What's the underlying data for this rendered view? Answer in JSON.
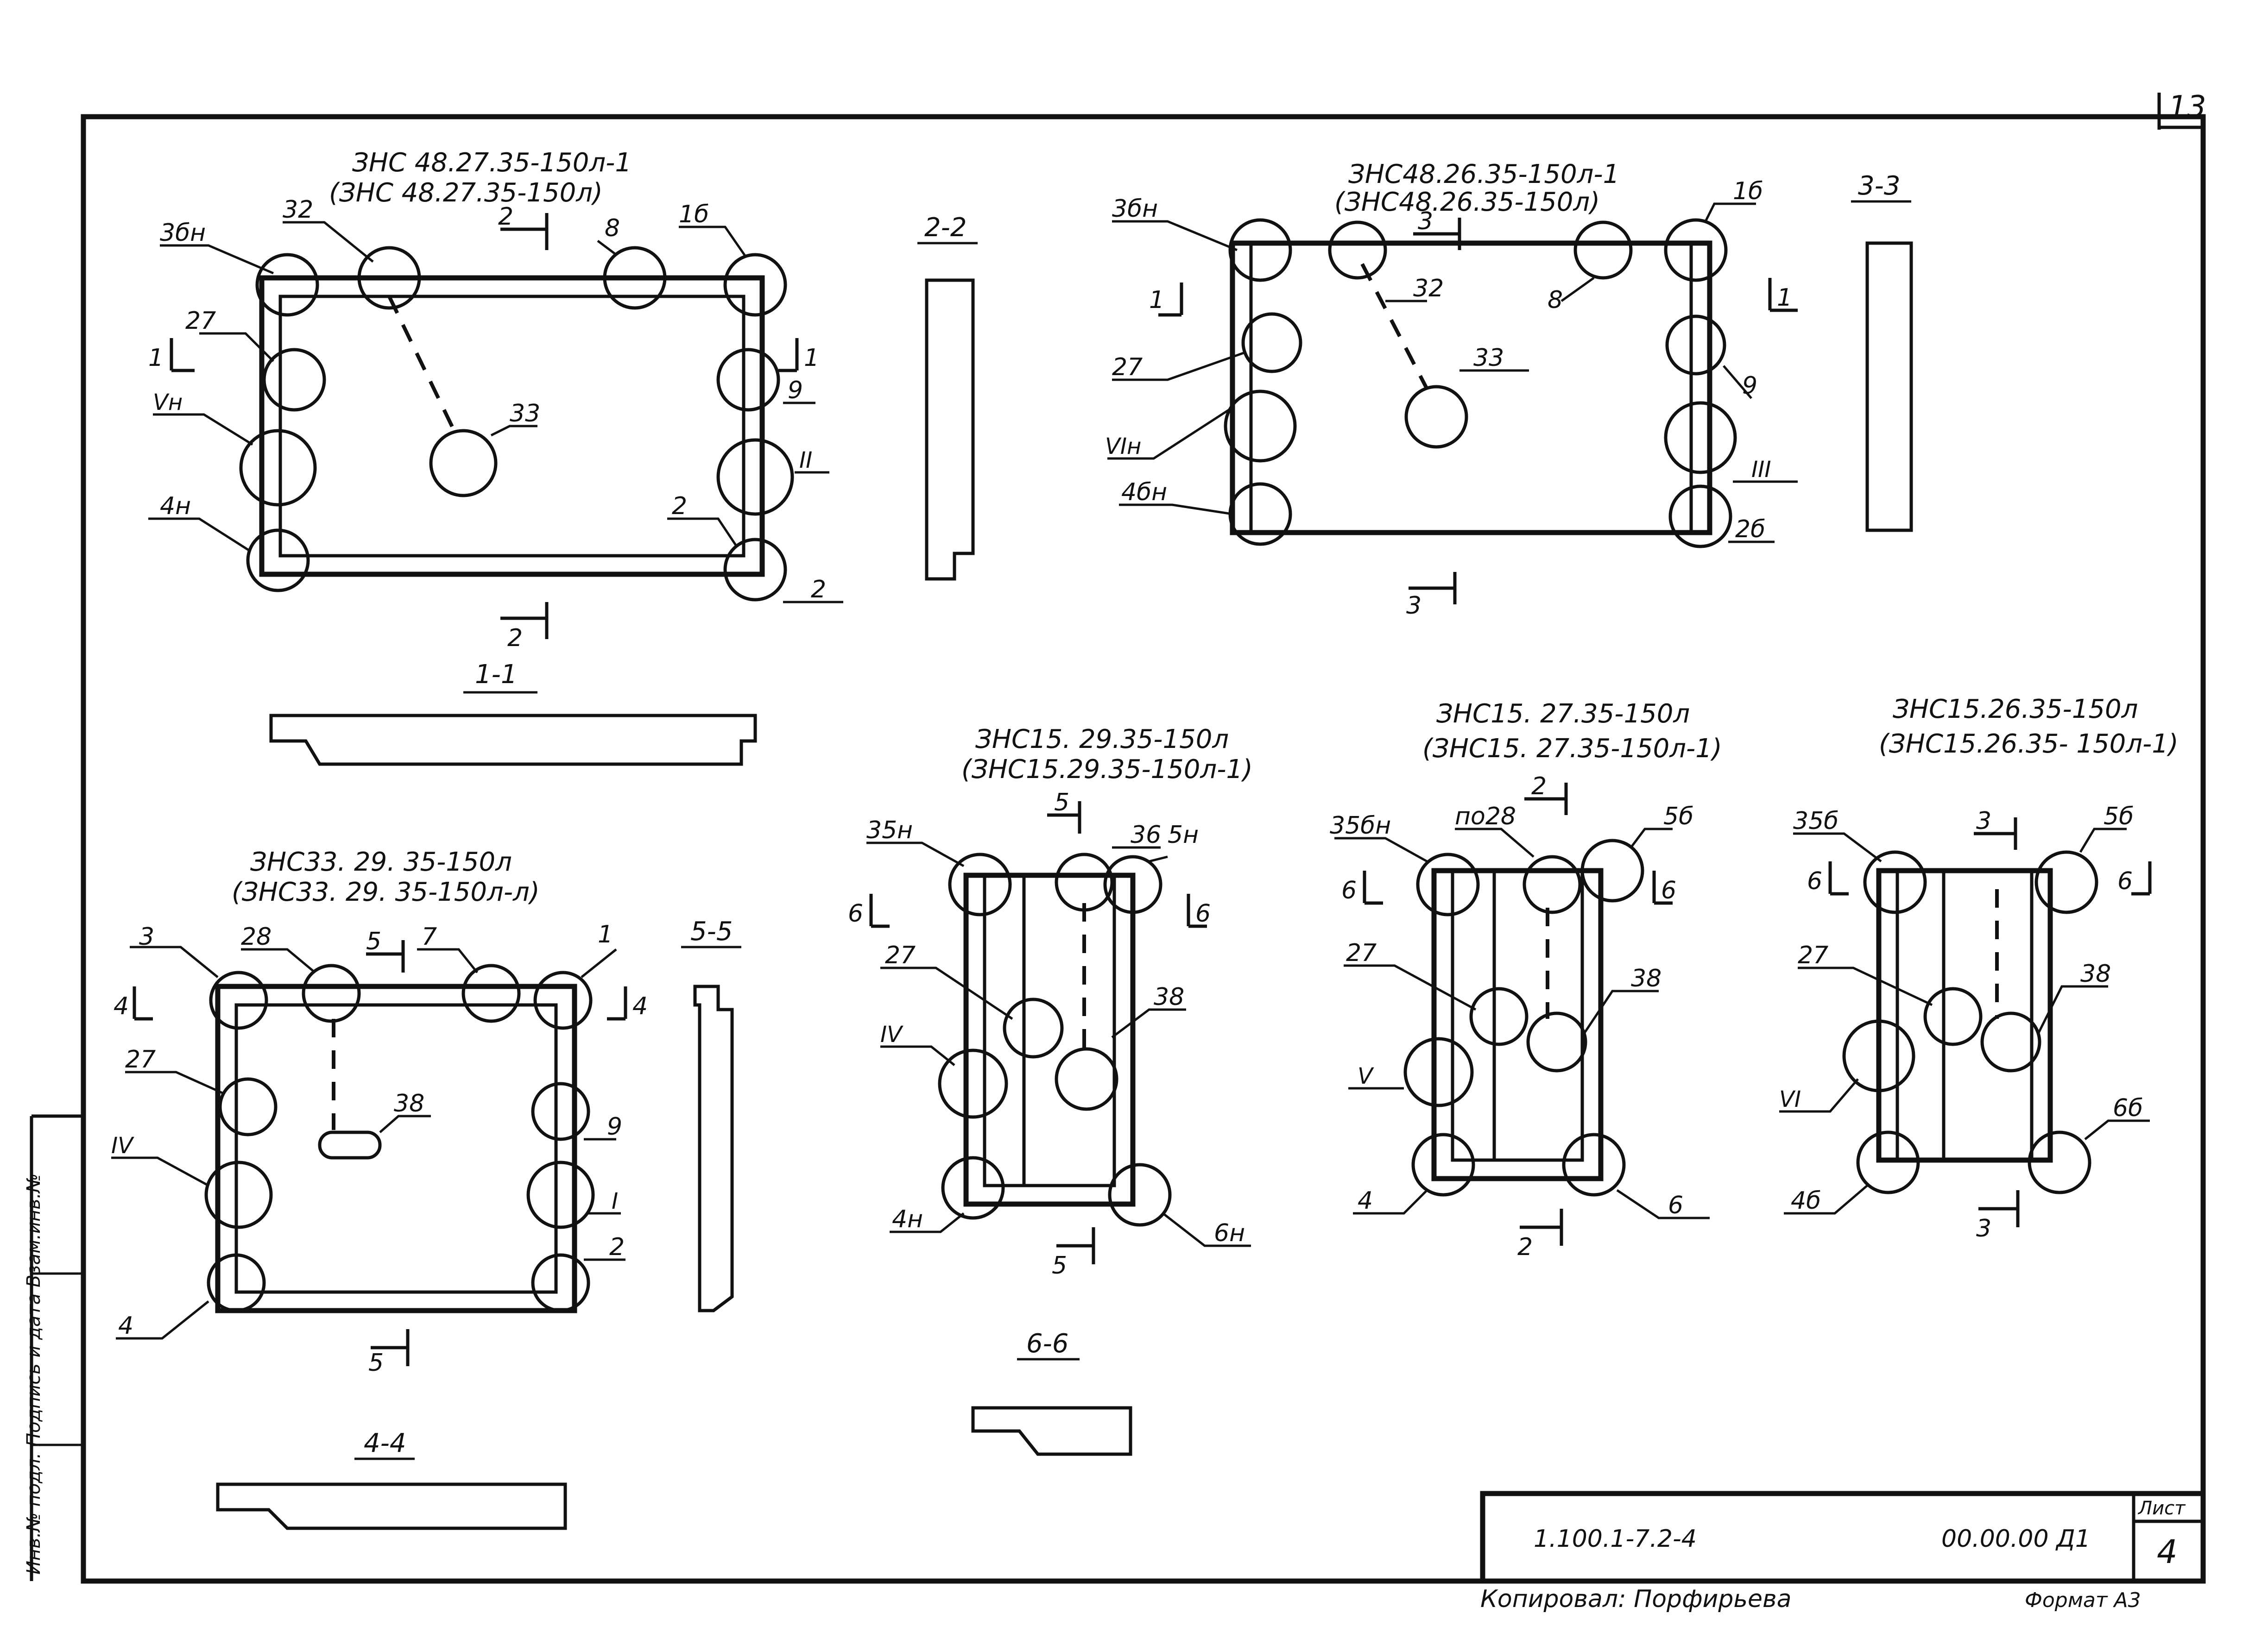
{
  "sheet": {
    "page_number": "13",
    "doc_code": "1.100.1-7.2-4",
    "drawing_code": "00.00.00 Д1",
    "sheet_label": "Лист",
    "sheet_number": "4",
    "copied_by": "Копировал: Порфирьева",
    "format": "Формат А3",
    "side_stamp": "Инв.№ подл. Подпись и дата Взам.инв.№"
  },
  "panels": {
    "p48_27": {
      "title": "ЗНС 48.27.35-150л-1",
      "subtitle": "(ЗНС 48.27.35-150л)",
      "callouts": [
        "3бн",
        "32",
        "8",
        "1б",
        "27",
        "9",
        "Vн",
        "II",
        "4н",
        "2",
        "2",
        "33"
      ],
      "cuts": [
        "2",
        "2",
        "1",
        "1"
      ]
    },
    "p48_26": {
      "title": "ЗНС48.26.35-150л-1",
      "subtitle": "(ЗНС48.26.35-150л)",
      "callouts": [
        "3бн",
        "32",
        "8",
        "1б",
        "27",
        "9",
        "VIн",
        "III",
        "4бн",
        "2б",
        "33"
      ],
      "cuts": [
        "3",
        "3",
        "1",
        "1"
      ]
    },
    "p33_29": {
      "title": "ЗНС33. 29. 35-150л",
      "subtitle": "(ЗНС33. 29. 35-150л-л)",
      "callouts": [
        "3",
        "28",
        "7",
        "1",
        "27",
        "9",
        "IV",
        "I",
        "4",
        "2",
        "38"
      ],
      "cuts": [
        "5",
        "5",
        "4",
        "4"
      ]
    },
    "p15_29": {
      "title": "ЗНС15. 29.35-150л",
      "subtitle": "(ЗНС15.29.35-150л-1)",
      "callouts": [
        "35н",
        "36",
        "5н",
        "27",
        "38",
        "IV",
        "4н",
        "6н"
      ],
      "cuts": [
        "5",
        "5",
        "6",
        "6"
      ]
    },
    "p15_27": {
      "title": "ЗНС15. 27.35-150л",
      "subtitle": "(ЗНС15. 27.35-150л-1)",
      "callouts": [
        "35бн",
        "по28",
        "5б",
        "27",
        "38",
        "V",
        "4",
        "6"
      ],
      "cuts": [
        "2",
        "2",
        "6",
        "6"
      ]
    },
    "p15_26": {
      "title": "ЗНС15.26.35-150л",
      "subtitle": "(ЗНС15.26.35- 150л-1)",
      "callouts": [
        "35б",
        "5б",
        "27",
        "38",
        "VI",
        "6б",
        "4б"
      ],
      "cuts": [
        "3",
        "3",
        "6",
        "6"
      ]
    }
  },
  "sections": {
    "s1": "1-1",
    "s2": "2-2",
    "s3": "3-3",
    "s4": "4-4",
    "s5": "5-5",
    "s6": "6-6"
  }
}
